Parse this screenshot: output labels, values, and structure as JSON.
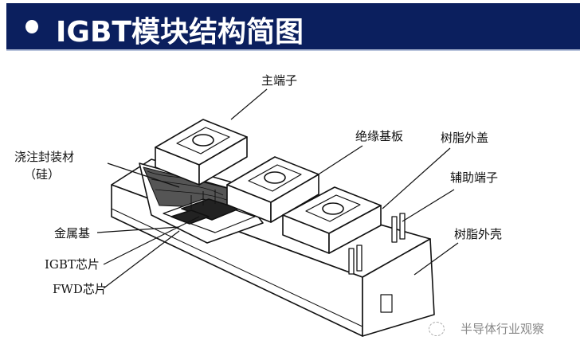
{
  "header": {
    "title": "IGBT模块结构简图"
  },
  "labels": {
    "main_terminal": "主端子",
    "insulating_substrate": "绝缘基板",
    "resin_cover": "树脂外盖",
    "potting_material": "浇注封装材",
    "potting_material_note": "（硅）",
    "aux_terminal": "辅助端子",
    "metal_base": "金属基",
    "resin_case": "树脂外壳",
    "igbt_chip": "IGBT芯片",
    "fwd_chip": "FWD芯片"
  },
  "watermark": {
    "text": "半导体行业观察"
  }
}
